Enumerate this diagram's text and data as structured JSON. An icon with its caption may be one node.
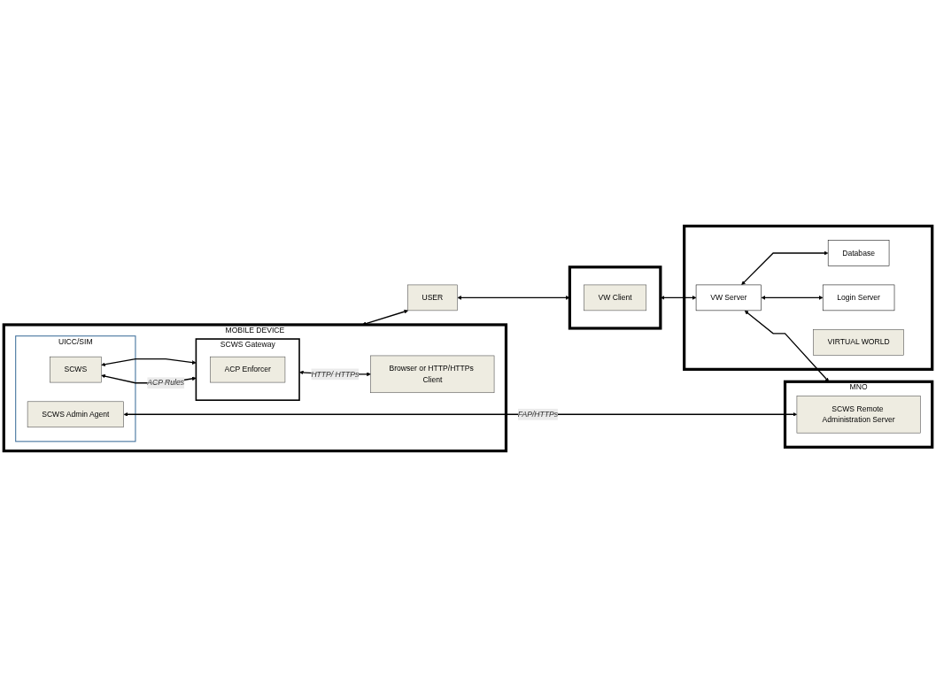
{
  "diagram": {
    "nodes": [
      {
        "text": [
          "MOBILE DEVICE"
        ]
      },
      {
        "text": [
          "UICC/SIM"
        ],
        "in": 0
      },
      {
        "text": [
          "SCWS Admin Agent"
        ],
        "in": 1
      },
      {
        "text": [
          "SCWS"
        ],
        "in": 1
      },
      {
        "text": [
          "SCWS Gateway"
        ],
        "in": 0
      },
      {
        "text": [
          "ACP Enforcer"
        ],
        "in": 4
      },
      {
        "text": [
          "Browser or HTTP/HTTPs Client"
        ],
        "in": 0
      },
      {
        "text": [
          "MNO"
        ]
      },
      {
        "text": [
          "SCWS Remote Administration Server"
        ],
        "in": 7
      },
      {
        "text": [],
        "shape": "box"
      },
      {
        "text": [
          "Database"
        ],
        "in": 9
      },
      {
        "text": [
          "VW Server"
        ],
        "in": 9
      },
      {
        "text": [
          "Login Server"
        ],
        "in": 9
      },
      {
        "text": [
          "VIRTUAL WORLD"
        ],
        "in": 9
      },
      {
        "text": [
          "USER"
        ]
      },
      {
        "text": [],
        "shape": "box"
      },
      {
        "text": [
          "VW Client"
        ],
        "in": 15
      }
    ],
    "edges": [
      {
        "from": 2,
        "to": 8,
        "arrow": "both",
        "label": "FAP/HTTPs"
      },
      {
        "from": 3,
        "to": 4,
        "arrow": "both"
      },
      {
        "from": 3,
        "to": 4,
        "arrow": "both",
        "label": "ACP Rules"
      },
      {
        "from": 4,
        "to": 6,
        "arrow": "both",
        "label": "HTTP/ HTTPs"
      },
      {
        "from": 0,
        "to": 14,
        "arrow": "both"
      },
      {
        "from": 14,
        "to": 15,
        "arrow": "both"
      },
      {
        "from": 15,
        "to": 11,
        "arrow": "both"
      },
      {
        "from": 11,
        "to": 7,
        "arrow": "both"
      },
      {
        "from": 11,
        "to": 10,
        "arrow": "both"
      },
      {
        "from": 11,
        "to": 12,
        "arrow": "both"
      }
    ]
  }
}
